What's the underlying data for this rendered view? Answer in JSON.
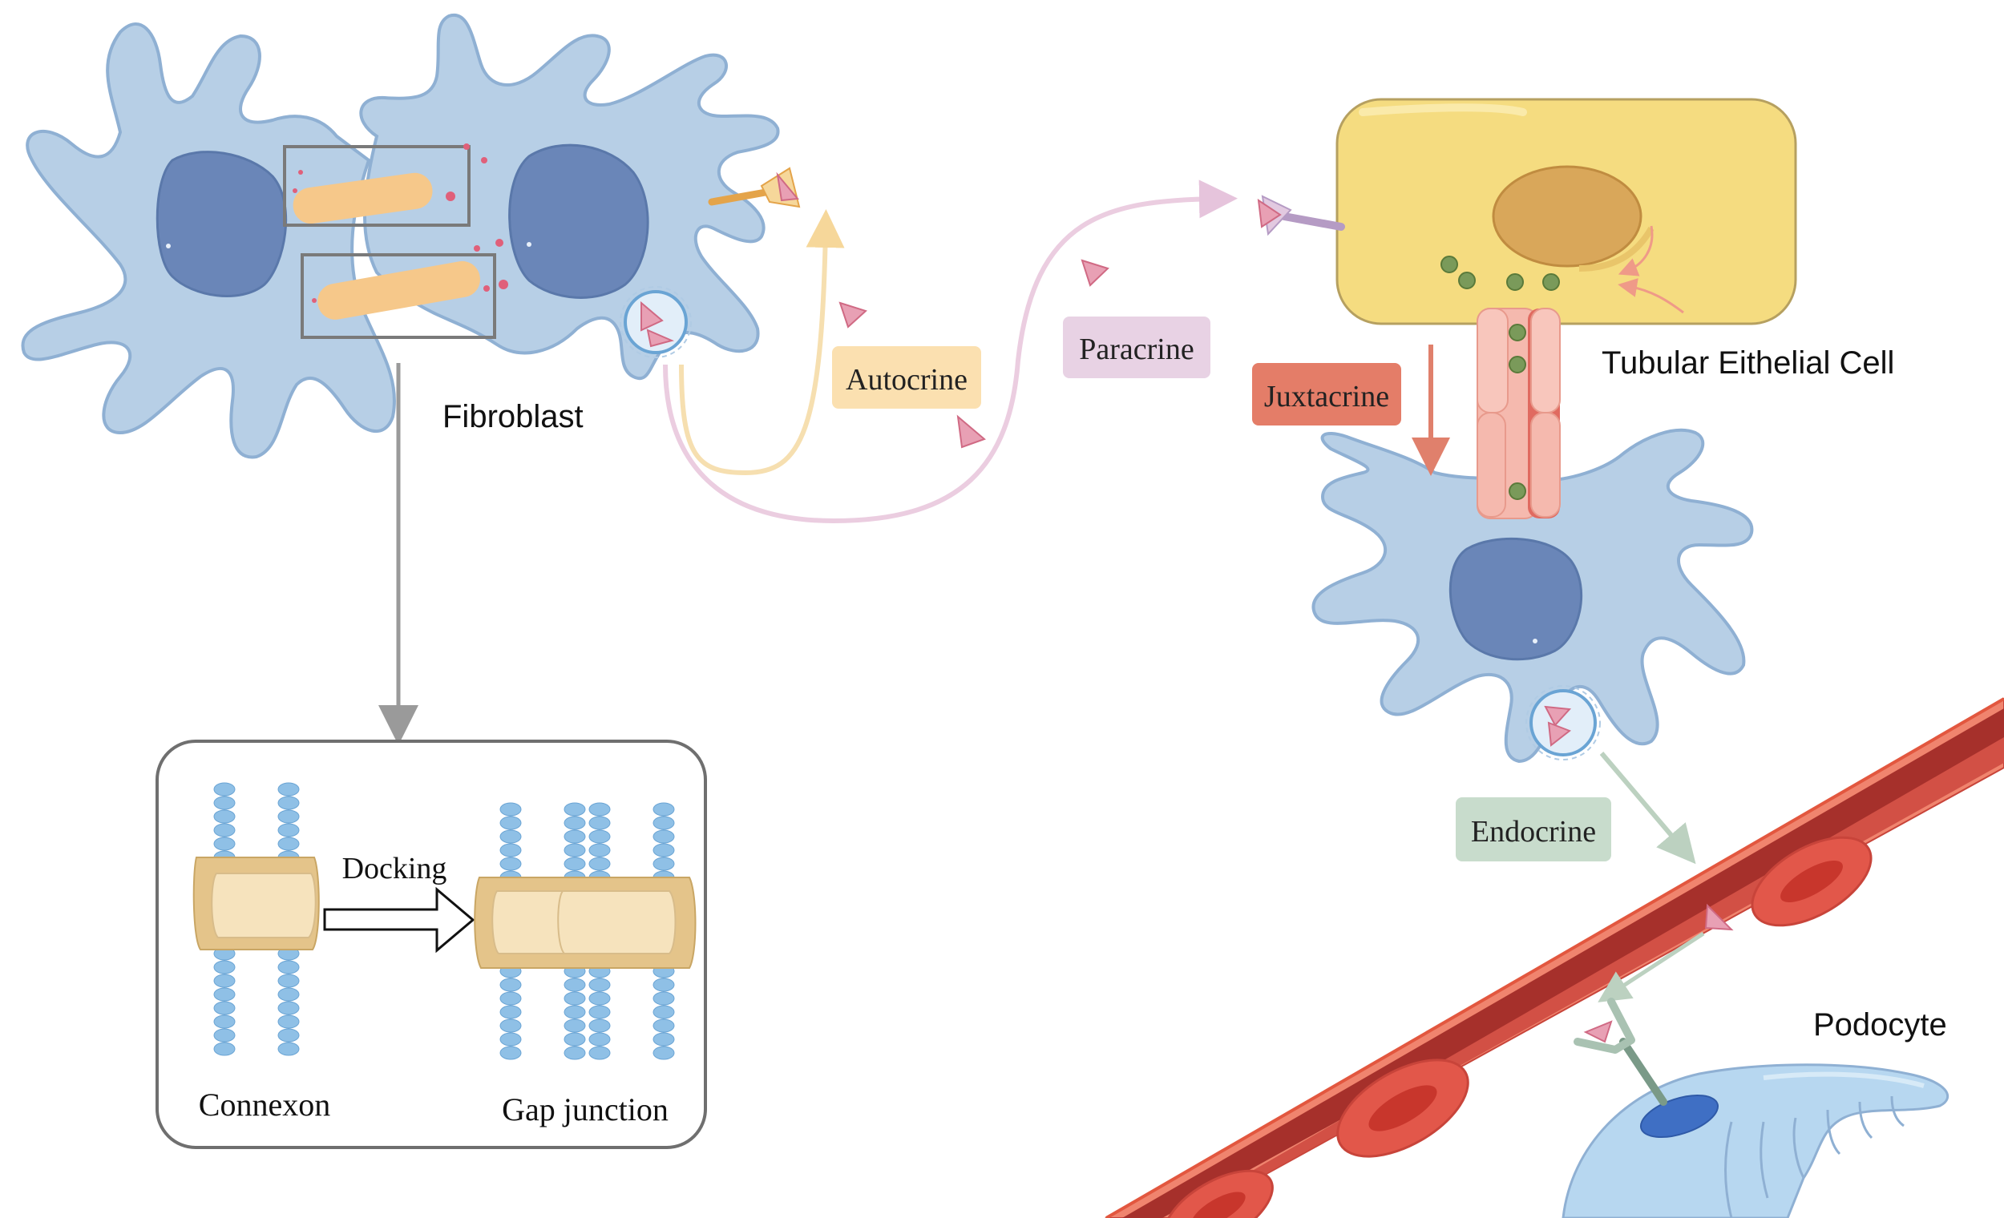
{
  "labels": {
    "fibroblast": "Fibroblast",
    "autocrine": "Autocrine",
    "paracrine": "Paracrine",
    "juxtacrine": "Juxtacrine",
    "tubular_cell": "Tubular Eithelial Cell",
    "endocrine": "Endocrine",
    "podocyte": "Podocyte",
    "docking": "Docking",
    "connexon": "Connexon",
    "gap_junction": "Gap junction"
  },
  "colors": {
    "cell_fill": "#b7cfe6",
    "cell_stroke": "#8fb0d3",
    "nucleus": "#6a86b8",
    "tubular_cell": "#f5dc80",
    "tubular_nucleus": "#d9a75a",
    "vessel": "#c8443a",
    "vessel_inner": "#a6302b",
    "rbc": "#e2574a",
    "ligand": "#e8a0b4",
    "autocrine_box": "#fbe0b0",
    "paracrine_box": "#e8d2e4",
    "juxtacrine_box": "#e47d68",
    "endocrine_box": "#c8dccc"
  },
  "icons": [
    "ligand-triangle-icon",
    "receptor-icon",
    "vesicle-icon",
    "red-blood-cell-icon",
    "connexon-icon",
    "membrane-bead-icon"
  ]
}
